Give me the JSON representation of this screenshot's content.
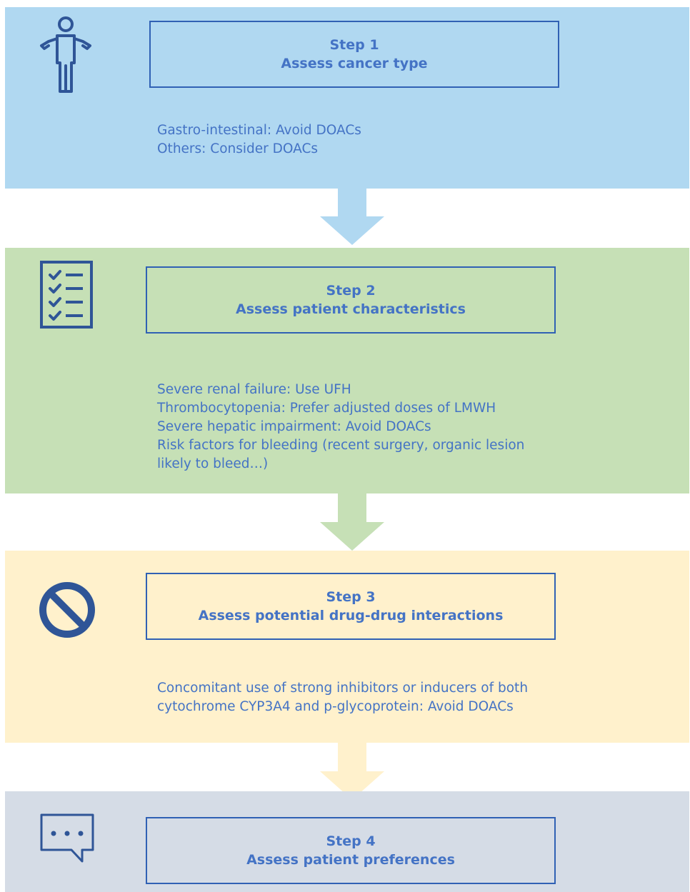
{
  "colors": {
    "band1": "#b0d8f1",
    "band2": "#c6e0b6",
    "band3": "#fff1cc",
    "band4": "#d5dce6",
    "box_border": "#3061b4",
    "text": "#4473c5",
    "icon": "#2f5597"
  },
  "steps": [
    {
      "title": "Step 1",
      "subtitle": "Assess cancer type",
      "icon": "person-shrug-icon",
      "lines": [
        "Gastro-intestinal: Avoid DOACs",
        "Others: Consider DOACs"
      ]
    },
    {
      "title": "Step 2",
      "subtitle": "Assess patient characteristics",
      "icon": "checklist-icon",
      "lines": [
        "Severe renal failure: Use UFH",
        "Thrombocytopenia: Prefer adjusted doses of LMWH",
        "Severe hepatic impairment: Avoid DOACs",
        "Risk factors for bleeding (recent surgery, organic lesion",
        "likely to bleed…)"
      ]
    },
    {
      "title": "Step 3",
      "subtitle": "Assess potential drug-drug interactions",
      "icon": "prohibited-icon",
      "lines": [
        "Concomitant use of strong inhibitors or inducers of both",
        "cytochrome CYP3A4 and p-glycoprotein: Avoid DOACs"
      ]
    },
    {
      "title": "Step 4",
      "subtitle": "Assess patient preferences",
      "icon": "speech-bubble-icon"
    }
  ]
}
